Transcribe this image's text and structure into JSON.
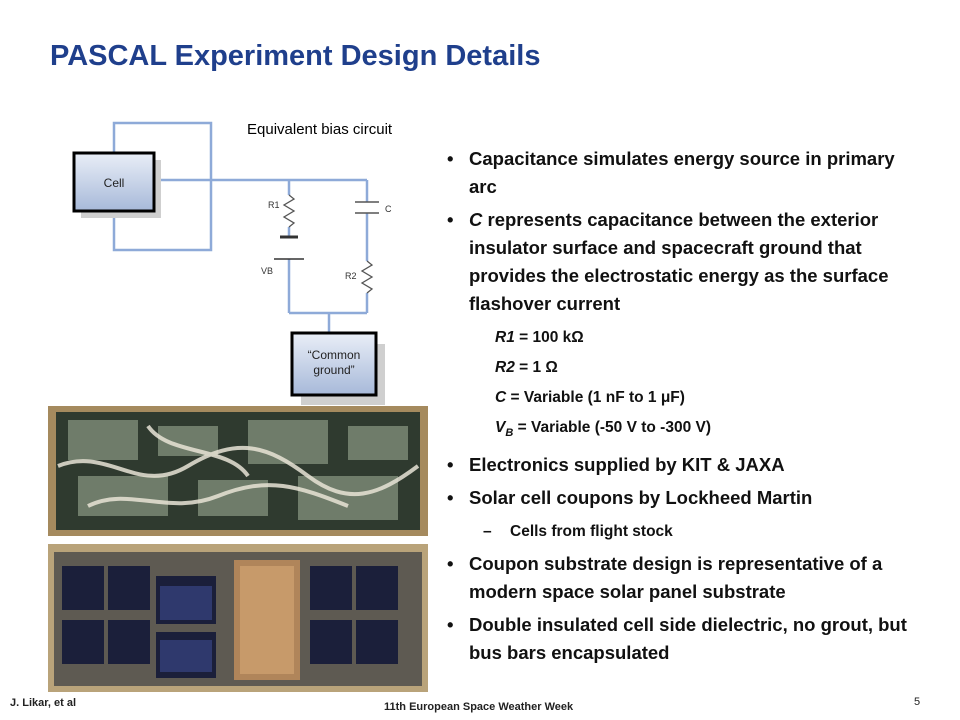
{
  "slide": {
    "title": "PASCAL Experiment Design Details",
    "circuit_label": "Equivalent bias circuit",
    "circuit": {
      "cell": "Cell",
      "r1": "R1",
      "c": "C",
      "r2": "R2",
      "vb": "VB",
      "ground_line1": "“Common",
      "ground_line2": "ground”"
    },
    "bullets": {
      "b1": "Capacitance simulates energy source in primary arc",
      "b2_italic": "C",
      "b2_rest": " represents capacitance between the exterior insulator surface and spacecraft ground that provides the electrostatic energy as the surface flashover current",
      "r1_name": "R1",
      "r1_value": " = 100 kΩ",
      "r2_name": "R2",
      "r2_value": " = 1  Ω",
      "c_name": "C",
      "c_value": " = Variable  (1 nF to 1 μF)",
      "vb_name": "V",
      "vb_sub": "B",
      "vb_value": " = Variable  (-50 V to -300 V)",
      "b3": "Electronics supplied by KIT & JAXA",
      "b4": "Solar cell coupons by Lockheed Martin",
      "b4_sub": "Cells from flight stock",
      "b5": "Coupon substrate design is representative of a modern space solar panel substrate",
      "b6": "Double insulated cell side dielectric, no grout, but bus bars encapsulated"
    },
    "footer": {
      "author": "J. Likar, et al",
      "event": "11th European Space Weather Week",
      "page": "5"
    },
    "colors": {
      "title": "#1f3f8c",
      "wire": "#8eaad8"
    }
  }
}
